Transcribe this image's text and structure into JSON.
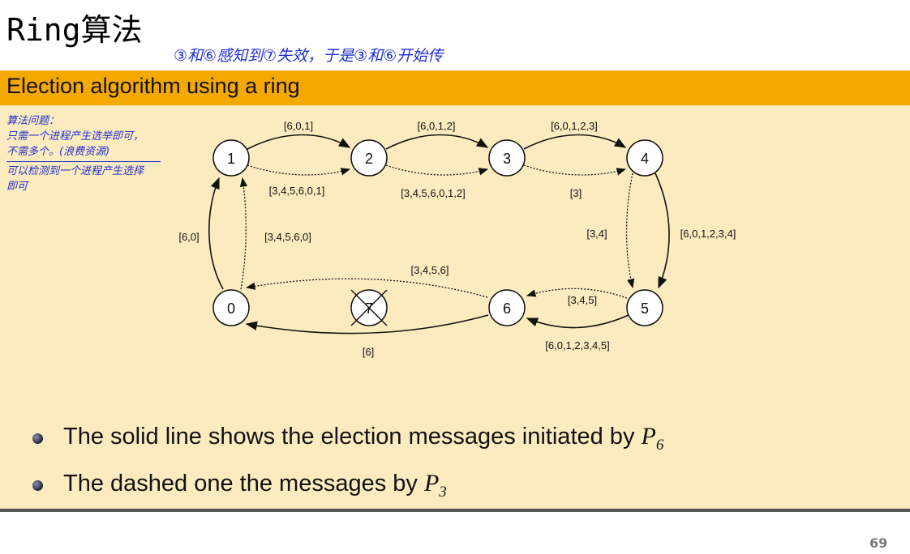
{
  "title": "Ring算法",
  "annotations": {
    "top": "③和⑥感知到⑦失效，于是③和⑥开始传",
    "side": [
      "算法问题：",
      "只需一个进程产生选举即可，",
      "不需多个。(浪费资源)",
      "可以检测到一个进程产生选择",
      "即可"
    ]
  },
  "slide": {
    "header": "Election algorithm using a ring",
    "bullets": [
      {
        "text": "The solid line shows the election messages initiated by ",
        "var": "P",
        "sub": "6"
      },
      {
        "text": "The dashed one the messages by ",
        "var": "P",
        "sub": "3"
      }
    ]
  },
  "diagram": {
    "nodes": [
      {
        "id": "1",
        "label": "1",
        "failed": false
      },
      {
        "id": "2",
        "label": "2",
        "failed": false
      },
      {
        "id": "3",
        "label": "3",
        "failed": false
      },
      {
        "id": "4",
        "label": "4",
        "failed": false
      },
      {
        "id": "0",
        "label": "0",
        "failed": false
      },
      {
        "id": "7",
        "label": "7",
        "failed": true
      },
      {
        "id": "6",
        "label": "6",
        "failed": false
      },
      {
        "id": "5",
        "label": "5",
        "failed": false
      }
    ],
    "edge_labels": {
      "e12_solid": "[6,0,1]",
      "e23_solid": "[6,0,1,2]",
      "e34_solid": "[6,0,1,2,3]",
      "e12_dashed": "[3,4,5,6,0,1]",
      "e23_dashed": "[3,4,5,6,0,1,2]",
      "e34_dashed": "[3]",
      "e01_solid": "[6,0]",
      "e01_dashed": "[3,4,5,6,0]",
      "e45_dashed": "[3,4]",
      "e45_solid": "[6,0,1,2,3,4]",
      "e60_dashed": "[3,4,5,6]",
      "e56_dashed": "[3,4,5]",
      "e60_solid": "[6]",
      "e56_solid": "[6,0,1,2,3,4,5]"
    }
  },
  "page_number": "69"
}
